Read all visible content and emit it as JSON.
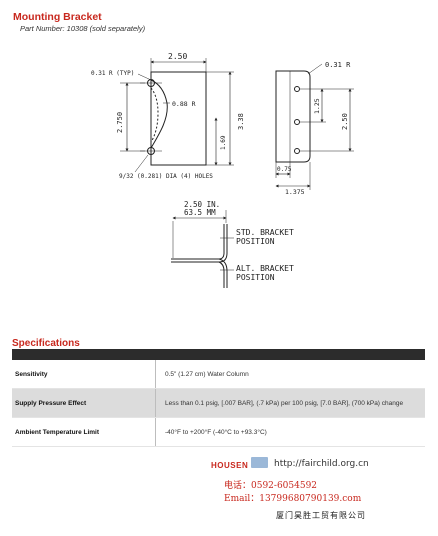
{
  "header": {
    "title": "Mounting Bracket",
    "subtitle": "Part Number: 10308 (sold separately)"
  },
  "drawing": {
    "left_view": {
      "dim_top_width": "2.50",
      "label_corner_radius": "0.31 R (TYP)",
      "label_slot_radius": "0.88 R",
      "dim_left_height": "2.750",
      "dim_right_height": "3.38",
      "dim_inner_height": "1.69",
      "label_holes": "9/32 (0.281) DIA (4) HOLES"
    },
    "right_view": {
      "label_corner_radius": "0.31 R",
      "dim_hole_spacing_top": "1.25",
      "dim_hole_spacing": "2.50",
      "dim_flange": "0.75",
      "dim_depth": "1.375"
    },
    "bottom_view": {
      "dim_inches": "2.50 IN.",
      "dim_mm": "63.5 MM",
      "std_position_line1": "STD. BRACKET",
      "std_position_line2": "POSITION",
      "alt_position_line1": "ALT. BRACKET",
      "alt_position_line2": "POSITION"
    }
  },
  "specifications": {
    "title": "Specifications",
    "rows": [
      {
        "label": "Sensitivity",
        "value": "0.5\" (1.27 cm) Water Column"
      },
      {
        "label": "Supply Pressure Effect",
        "value": "Less than 0.1 psig, [.007 BAR], (.7 kPa) per 100 psig, [7.0 BAR], (700 kPa) change"
      },
      {
        "label": "Ambient Temperature Limit",
        "value": "-40°F to +200°F  (-40°C to +93.3°C)"
      }
    ]
  },
  "footer": {
    "brand": "HOUSEN",
    "url": "http://fairchild.org.cn",
    "phone": "电话：0592-6054592",
    "email": "Email：13799680790139.com",
    "company": "厦门昊胜工贸有限公司"
  }
}
